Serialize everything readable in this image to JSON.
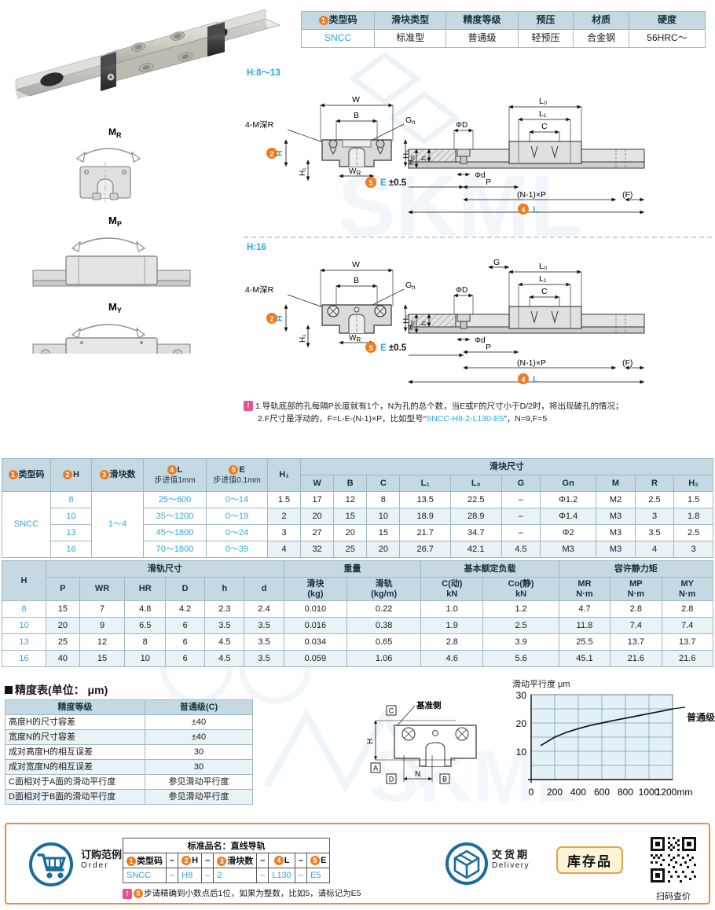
{
  "header_table": {
    "columns": [
      "①类型码",
      "滑块类型",
      "精度等级",
      "预压",
      "材质",
      "硬度"
    ],
    "col1_badge": "1",
    "col1_label": "类型码",
    "values": [
      "SNCC",
      "标准型",
      "普通级",
      "轻预压",
      "合金钢",
      "56HRC～"
    ]
  },
  "drawings": {
    "label_top": "H:8～13",
    "label_bottom": "H:16",
    "callout_thread": "4-M深R",
    "callout_gn": "Gn",
    "dim_w": "W",
    "dim_b": "B",
    "dim_h": "H",
    "dim_h1": "H₁",
    "dim_h2": "H₂",
    "dim_wr": "WR",
    "dim_hr": "HR",
    "dim_h_small": "h",
    "dim_l0": "L₀",
    "dim_l1": "L₁",
    "dim_c": "C",
    "dim_phid_cap": "ΦD",
    "dim_phid_low": "Φd",
    "dim_p": "P",
    "dim_np": "(N-1)×P",
    "dim_f": "(F)",
    "dim_l": "L",
    "dim_e": "E ±0.5",
    "dim_g": "G",
    "badge_2": "2",
    "badge_4": "4",
    "badge_5": "5"
  },
  "moments": {
    "items": [
      "MR",
      "MP",
      "MY"
    ],
    "labels": [
      {
        "main": "M",
        "sub": "R"
      },
      {
        "main": "M",
        "sub": "P"
      },
      {
        "main": "M",
        "sub": "Y"
      }
    ]
  },
  "notes": {
    "line1": "1.导轨底部的孔每隔P长度就有1个，N为孔的总个数，当E或F的尺寸小于D/2时，将出现破孔的情况；",
    "line2_pre": "2.F尺寸是浮动的，F=L-E-(N-1)×P，比如型号“",
    "line2_model": "SNCC-H8-2-L130-E5",
    "line2_post": "”，N=9,F=5"
  },
  "main_table_1": {
    "group_header": "滑块尺寸",
    "headers": {
      "type_code": "类型码",
      "h": "H",
      "block_count": "滑块数",
      "l": "L",
      "l_step": "步进值1mm",
      "e": "E",
      "e_step": "步进值0.1mm",
      "h1": "H₁",
      "w": "W",
      "b": "B",
      "c": "C",
      "l1": "L₁",
      "l0": "L₀",
      "g": "G",
      "gn": "Gn",
      "m": "M",
      "r": "R",
      "h2": "H₂"
    },
    "type_code": "SNCC",
    "block_count": "1～4",
    "rows": [
      {
        "h": "8",
        "l": "25～600",
        "e": "0～14",
        "h1": "1.5",
        "w": "17",
        "b": "12",
        "c": "8",
        "l1": "13.5",
        "l0": "22.5",
        "g": "–",
        "gn": "Φ1.2",
        "m": "M2",
        "r": "2.5",
        "h2": "1.5"
      },
      {
        "h": "10",
        "l": "35～1200",
        "e": "0～19",
        "h1": "2",
        "w": "20",
        "b": "15",
        "c": "10",
        "l1": "18.9",
        "l0": "28.9",
        "g": "–",
        "gn": "Φ1.4",
        "m": "M3",
        "r": "3",
        "h2": "1.8"
      },
      {
        "h": "13",
        "l": "45～1800",
        "e": "0～24",
        "h1": "3",
        "w": "27",
        "b": "20",
        "c": "15",
        "l1": "21.7",
        "l0": "34.7",
        "g": "–",
        "gn": "Φ2",
        "m": "M3",
        "r": "3.5",
        "h2": "2.5"
      },
      {
        "h": "16",
        "l": "70～1800",
        "e": "0～39",
        "h1": "4",
        "w": "32",
        "b": "25",
        "c": "20",
        "l1": "26.7",
        "l0": "42.1",
        "g": "4.5",
        "gn": "M3",
        "m": "M3",
        "r": "4",
        "h2": "3"
      }
    ]
  },
  "main_table_2": {
    "group_rail": "滑轨尺寸",
    "group_weight": "重量",
    "group_load": "基本额定负载",
    "group_moment": "容许静力矩",
    "headers": {
      "h": "H",
      "p": "P",
      "wr": "WR",
      "hr": "HR",
      "d_cap": "D",
      "h_low": "h",
      "d_low": "d",
      "w_block": "滑块",
      "w_block_unit": "(kg)",
      "w_rail": "滑轨",
      "w_rail_unit": "(kg/m)",
      "c_dyn": "C(动)",
      "c_dyn_unit": "kN",
      "c_sta": "Co(静)",
      "c_sta_unit": "kN",
      "mr": "MR",
      "mr_unit": "N·m",
      "mp": "MP",
      "mp_unit": "N·m",
      "my": "MY",
      "my_unit": "N·m"
    },
    "rows": [
      {
        "h": "8",
        "p": "15",
        "wr": "7",
        "hr": "4.8",
        "d_cap": "4.2",
        "h_low": "2.3",
        "d_low": "2.4",
        "w_block": "0.010",
        "w_rail": "0.22",
        "c_dyn": "1.0",
        "c_sta": "1.2",
        "mr": "4.7",
        "mp": "2.8",
        "my": "2.8"
      },
      {
        "h": "10",
        "p": "20",
        "wr": "9",
        "hr": "6.5",
        "d_cap": "6",
        "h_low": "3.5",
        "d_low": "3.5",
        "w_block": "0.016",
        "w_rail": "0.38",
        "c_dyn": "1.9",
        "c_sta": "2.5",
        "mr": "11.8",
        "mp": "7.4",
        "my": "7.4"
      },
      {
        "h": "13",
        "p": "25",
        "wr": "12",
        "hr": "8",
        "d_cap": "6",
        "h_low": "4.5",
        "d_low": "3.5",
        "w_block": "0.034",
        "w_rail": "0.65",
        "c_dyn": "2.8",
        "c_sta": "3.9",
        "mr": "25.5",
        "mp": "13.7",
        "my": "13.7"
      },
      {
        "h": "16",
        "p": "40",
        "wr": "15",
        "hr": "10",
        "d_cap": "6",
        "h_low": "4.5",
        "d_low": "3.5",
        "w_block": "0.059",
        "w_rail": "1.06",
        "c_dyn": "4.6",
        "c_sta": "5.6",
        "mr": "45.1",
        "mp": "21.6",
        "my": "21.6"
      }
    ]
  },
  "precision": {
    "title": "精度表(单位： μm)",
    "col1": "精度等级",
    "col2": "普通级(C)",
    "rows": [
      {
        "label": "高度H的尺寸容差",
        "value": "±40"
      },
      {
        "label": "宽度N的尺寸容差",
        "value": "±40"
      },
      {
        "label": "成对高度H的相互误差",
        "value": "30"
      },
      {
        "label": "成对宽度N的相互误差",
        "value": "30"
      },
      {
        "label": "C面相对于A面的滑动平行度",
        "value": "参见滑动平行度"
      },
      {
        "label": "D面相对于B面的滑动平行度",
        "value": "参见滑动平行度"
      }
    ]
  },
  "datum_diagram": {
    "ref_label": "基准侧",
    "marks": [
      "A",
      "B",
      "C",
      "D"
    ],
    "dim_h": "H",
    "dim_n": "N"
  },
  "chart_data": {
    "type": "line",
    "title": "滑动平行度 μm",
    "xlabel": "mm",
    "ylabel": "μm",
    "xlim": [
      0,
      1200
    ],
    "ylim": [
      0,
      30
    ],
    "xticks": [
      0,
      200,
      400,
      600,
      800,
      1000,
      1200
    ],
    "xtick_labels": [
      "0",
      "200",
      "400",
      "600",
      "800",
      "1000",
      "1200mm"
    ],
    "yticks": [
      10,
      20,
      30
    ],
    "ytick_labels": [
      "10",
      "20",
      "30"
    ],
    "grid": true,
    "legend_position": "right",
    "series": [
      {
        "name": "普通级",
        "x": [
          80,
          200,
          300,
          400,
          500,
          600,
          700,
          800,
          900,
          1000,
          1100,
          1200
        ],
        "values": [
          12.0,
          15.0,
          16.7,
          18.0,
          19.1,
          20.0,
          20.9,
          21.7,
          22.5,
          23.3,
          24.1,
          25.0
        ]
      }
    ]
  },
  "order": {
    "title_cn": "订购范例",
    "title_en": "Order",
    "std_name": "标准品名：直线导轨",
    "headers": [
      "类型码",
      "H",
      "滑块数",
      "L",
      "E"
    ],
    "header_badges": [
      "1",
      "2",
      "3",
      "4",
      "5"
    ],
    "separators": [
      "–",
      "–",
      "–",
      "–"
    ],
    "values": [
      "SNCC",
      "H8",
      "2",
      "L130",
      "E5"
    ],
    "note_badge": "5",
    "note": "步请精确到小数点后1位，如果为整数，比如5，请标记为E5",
    "delivery_cn": "交货期",
    "delivery_en": "Delivery",
    "stock_badge": "库存品",
    "qr_caption": "扫码查价"
  },
  "colors": {
    "accent_orange": "#ef7b1f",
    "accent_blue": "#2ca8e0",
    "header_blue": "#c5d9e3",
    "row_alt": "#e8f2f7",
    "border": "#9fb7c4",
    "pink": "#ec4f93",
    "order_border": "#f08a3c"
  }
}
